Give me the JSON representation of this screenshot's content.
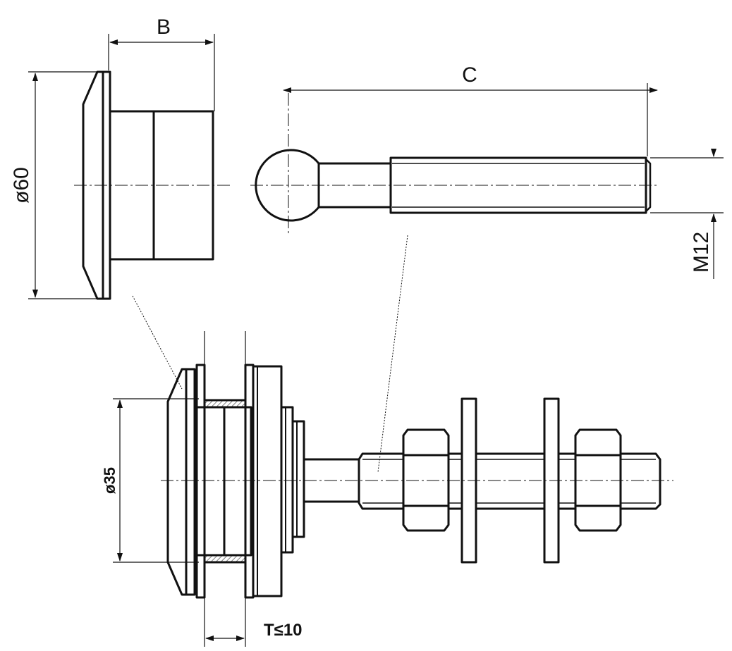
{
  "dimensions": {
    "width_label": "B",
    "length_label": "C",
    "diameter_label": "ø60",
    "thread_label": "M12",
    "bore_label": "ø35",
    "thickness_label": "T≤10"
  },
  "colors": {
    "line": "#111111",
    "hatch": "#555555",
    "background": "#ffffff"
  }
}
